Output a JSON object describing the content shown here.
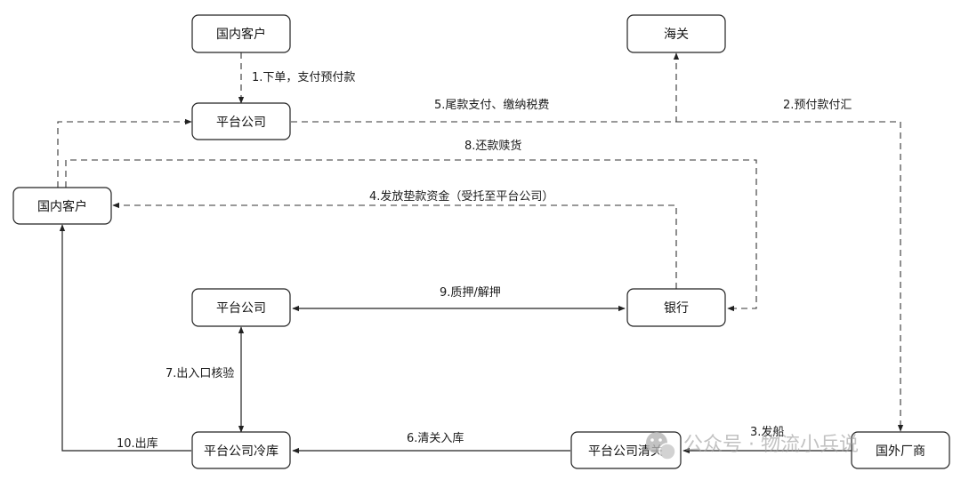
{
  "nodes": {
    "domestic_customer_top": "国内客户",
    "customs": "海关",
    "platform_company_top": "平台公司",
    "domestic_customer_left": "国内客户",
    "platform_company_mid": "平台公司",
    "bank": "银行",
    "platform_cold_storage": "平台公司冷库",
    "platform_customs_clearance": "平台公司清关",
    "foreign_manufacturer": "国外厂商"
  },
  "edges": {
    "e1": "1.下单，支付预付款",
    "e2": "2.预付款付汇",
    "e3": "3.发船",
    "e4": "4.发放垫款资金（受托至平台公司）",
    "e5": "5.尾款支付、缴纳税费",
    "e6": "6.清关入库",
    "e7": "7.出入口核验",
    "e8": "8.还款赎货",
    "e9": "9.质押/解押",
    "e10": "10.出库"
  },
  "watermark": {
    "text": "公众号 · 物流小兵说",
    "icon": "wechat-icon"
  }
}
